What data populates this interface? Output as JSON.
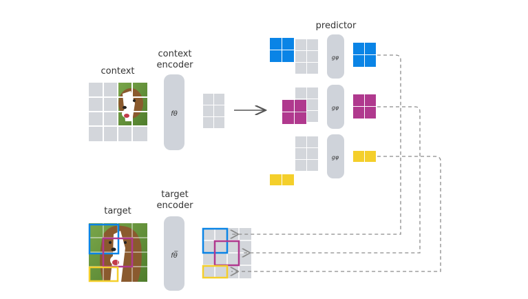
{
  "labels": {
    "context": "context",
    "context_encoder_line1": "context",
    "context_encoder_line2": "encoder",
    "target": "target",
    "target_encoder_line1": "target",
    "target_encoder_line2": "encoder",
    "predictor": "predictor"
  },
  "encoders": {
    "context_symbol": "fθ",
    "target_symbol": "fθ̅",
    "predictor_symbol": "gφ"
  },
  "colors": {
    "cell_grey": "#d3d6db",
    "encoder_grey": "#cfd3da",
    "blue": "#0a84e6",
    "magenta": "#b0398e",
    "yellow": "#f4cf2b",
    "arrow": "#555555",
    "dashed": "#8a8a8a"
  }
}
